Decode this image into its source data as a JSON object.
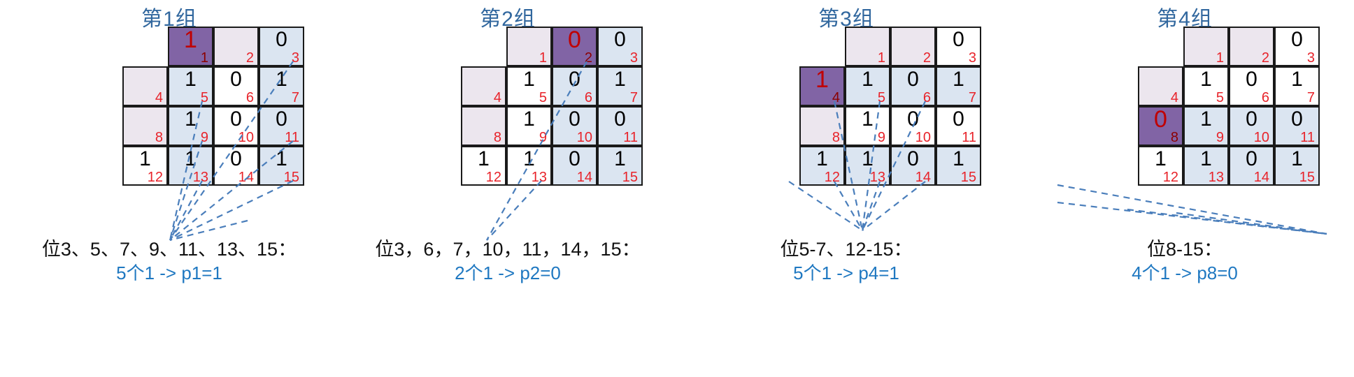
{
  "groups": [
    {
      "title": "第1组",
      "caption_line1": "位3、5、7、9、11、13、15：",
      "caption_line2": "5个1 -> p1=1",
      "highlight_index": "1",
      "cells": [
        {
          "idx": "1",
          "val": "1",
          "style": "hl"
        },
        {
          "idx": "2",
          "val": "",
          "style": "lav"
        },
        {
          "idx": "3",
          "val": "0",
          "style": "blue"
        },
        {
          "idx": "4",
          "val": "",
          "style": "lav"
        },
        {
          "idx": "5",
          "val": "1",
          "style": "blue"
        },
        {
          "idx": "6",
          "val": "0",
          "style": "plain"
        },
        {
          "idx": "7",
          "val": "1",
          "style": "blue"
        },
        {
          "idx": "8",
          "val": "",
          "style": "lav"
        },
        {
          "idx": "9",
          "val": "1",
          "style": "blue"
        },
        {
          "idx": "10",
          "val": "0",
          "style": "plain"
        },
        {
          "idx": "11",
          "val": "0",
          "style": "blue"
        },
        {
          "idx": "12",
          "val": "1",
          "style": "plain"
        },
        {
          "idx": "13",
          "val": "1",
          "style": "blue"
        },
        {
          "idx": "14",
          "val": "0",
          "style": "plain"
        },
        {
          "idx": "15",
          "val": "1",
          "style": "blue"
        }
      ]
    },
    {
      "title": "第2组",
      "caption_line1": "位3，6，7，10，11，14，15：",
      "caption_line2": "2个1 -> p2=0",
      "highlight_index": "2",
      "cells": [
        {
          "idx": "1",
          "val": "",
          "style": "lav"
        },
        {
          "idx": "2",
          "val": "0",
          "style": "hl"
        },
        {
          "idx": "3",
          "val": "0",
          "style": "blue"
        },
        {
          "idx": "4",
          "val": "",
          "style": "lav"
        },
        {
          "idx": "5",
          "val": "1",
          "style": "plain"
        },
        {
          "idx": "6",
          "val": "0",
          "style": "blue"
        },
        {
          "idx": "7",
          "val": "1",
          "style": "blue"
        },
        {
          "idx": "8",
          "val": "",
          "style": "lav"
        },
        {
          "idx": "9",
          "val": "1",
          "style": "plain"
        },
        {
          "idx": "10",
          "val": "0",
          "style": "blue"
        },
        {
          "idx": "11",
          "val": "0",
          "style": "blue"
        },
        {
          "idx": "12",
          "val": "1",
          "style": "plain"
        },
        {
          "idx": "13",
          "val": "1",
          "style": "plain"
        },
        {
          "idx": "14",
          "val": "0",
          "style": "blue"
        },
        {
          "idx": "15",
          "val": "1",
          "style": "blue"
        }
      ]
    },
    {
      "title": "第3组",
      "caption_line1": "位5-7、12-15：",
      "caption_line2": "5个1 -> p4=1",
      "highlight_index": "4",
      "cells": [
        {
          "idx": "1",
          "val": "",
          "style": "lav"
        },
        {
          "idx": "2",
          "val": "",
          "style": "lav"
        },
        {
          "idx": "3",
          "val": "0",
          "style": "plain"
        },
        {
          "idx": "4",
          "val": "1",
          "style": "hl"
        },
        {
          "idx": "5",
          "val": "1",
          "style": "blue"
        },
        {
          "idx": "6",
          "val": "0",
          "style": "blue"
        },
        {
          "idx": "7",
          "val": "1",
          "style": "blue"
        },
        {
          "idx": "8",
          "val": "",
          "style": "lav"
        },
        {
          "idx": "9",
          "val": "1",
          "style": "plain"
        },
        {
          "idx": "10",
          "val": "0",
          "style": "plain"
        },
        {
          "idx": "11",
          "val": "0",
          "style": "plain"
        },
        {
          "idx": "12",
          "val": "1",
          "style": "blue"
        },
        {
          "idx": "13",
          "val": "1",
          "style": "blue"
        },
        {
          "idx": "14",
          "val": "0",
          "style": "blue"
        },
        {
          "idx": "15",
          "val": "1",
          "style": "blue"
        }
      ]
    },
    {
      "title": "第4组",
      "caption_line1": "位8-15：",
      "caption_line2": "4个1 -> p8=0",
      "highlight_index": "8",
      "cells": [
        {
          "idx": "1",
          "val": "",
          "style": "lav"
        },
        {
          "idx": "2",
          "val": "",
          "style": "lav"
        },
        {
          "idx": "3",
          "val": "0",
          "style": "plain"
        },
        {
          "idx": "4",
          "val": "",
          "style": "lav"
        },
        {
          "idx": "5",
          "val": "1",
          "style": "plain"
        },
        {
          "idx": "6",
          "val": "0",
          "style": "plain"
        },
        {
          "idx": "7",
          "val": "1",
          "style": "plain"
        },
        {
          "idx": "8",
          "val": "0",
          "style": "hl"
        },
        {
          "idx": "9",
          "val": "1",
          "style": "blue"
        },
        {
          "idx": "10",
          "val": "0",
          "style": "blue"
        },
        {
          "idx": "11",
          "val": "0",
          "style": "blue"
        },
        {
          "idx": "12",
          "val": "1",
          "style": "plain"
        },
        {
          "idx": "13",
          "val": "1",
          "style": "blue"
        },
        {
          "idx": "14",
          "val": "0",
          "style": "blue"
        },
        {
          "idx": "15",
          "val": "1",
          "style": "blue"
        }
      ]
    }
  ],
  "colors": {
    "title": "#31679e",
    "highlight_fill": "#8164a5",
    "member_fill": "#dbe5f1",
    "blank_fill": "#ece6ee",
    "index_red": "#e8232a",
    "accent_blue": "#1f78c1",
    "dashed_line": "#4a7ebb"
  }
}
